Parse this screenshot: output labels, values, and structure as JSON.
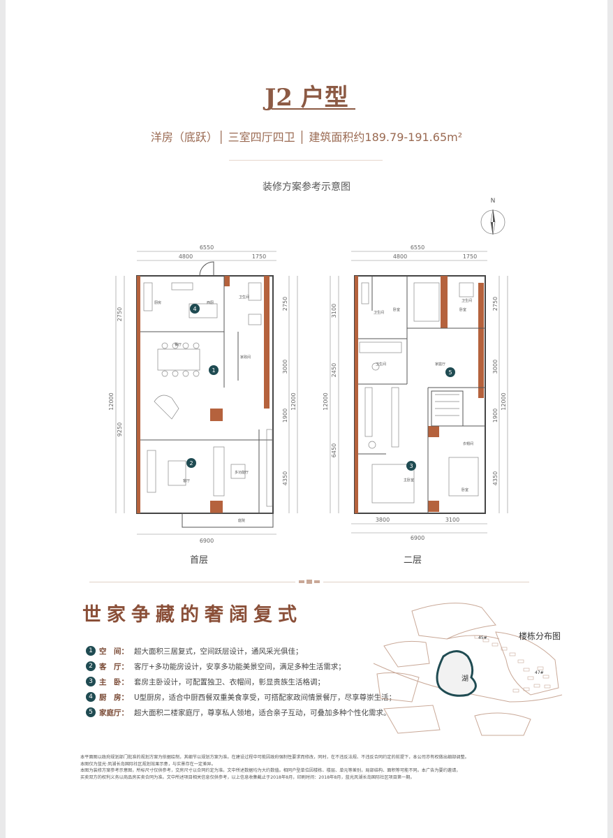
{
  "title": "J2 户型",
  "subtitle": "洋房（底跃）│ 三室四厅四卫 │ 建筑面积约189.79-191.65m²",
  "plan_caption": "装修方案参考示意图",
  "compass_label": "N",
  "floors": [
    {
      "label": "首层",
      "dims_top": [
        "6550",
        "4800",
        "1750"
      ],
      "dims_bottom": [
        "6900"
      ],
      "dims_left": [
        "2750",
        "12000",
        "9250"
      ],
      "dims_right": [
        "2750",
        "3000",
        "1900",
        "4350",
        "12000"
      ],
      "rooms": [
        "厨房",
        "西厨",
        "卫生间",
        "餐厅",
        "家政间",
        "客厅",
        "多功能厅",
        "庭院"
      ],
      "markers": [
        "4",
        "1",
        "2"
      ]
    },
    {
      "label": "二层",
      "dims_top": [
        "6550",
        "4800",
        "1750"
      ],
      "dims_bottom": [
        "3800",
        "3100",
        "6900"
      ],
      "dims_left": [
        "3100",
        "2450",
        "12000",
        "6450"
      ],
      "dims_right": [
        "2750",
        "3000",
        "1900",
        "4350",
        "12000"
      ],
      "rooms": [
        "卧室",
        "卫生间",
        "卧室",
        "卫生间",
        "卫生间",
        "家庭厅",
        "衣帽间",
        "主卧室",
        "卧室"
      ],
      "markers": [
        "5",
        "3"
      ]
    }
  ],
  "slogan": "世家争藏的奢阔复式",
  "features": [
    {
      "num": "1",
      "key": "空　间：",
      "text": "超大面积三居复式，空间跃层设计，通风采光俱佳；"
    },
    {
      "num": "2",
      "key": "客　厅：",
      "text": "客厅+多功能房设计，安享多功能美景空间，满足多种生活需求；"
    },
    {
      "num": "3",
      "key": "主　卧：",
      "text": "套房主卧设计，可配置独卫、衣帽间，彰显贵族生活格调；"
    },
    {
      "num": "4",
      "key": "厨　房：",
      "text": "U型厨房，适合中厨西餐双重美食享受，可搭配家政间情景餐厅，尽享尊崇生活；"
    },
    {
      "num": "5",
      "key": "家庭厅：",
      "text": "超大面积二楼家庭厅，尊享私人领地，适合亲子互动，可叠加多种个性化需求。"
    }
  ],
  "map": {
    "title": "楼栋分布图",
    "lake_label": "湖",
    "building_labels": [
      "45#",
      "47#"
    ]
  },
  "notes": [
    "本平面图以政府规划部门批准的规划方案为依据绘制，其细节以规划方案为准。在建设过程中可能因政府强制性要求而修改，同时，在不违反法规、不违反合同约定的前提下，本公司亦有权做出细部调整。",
    "本图仅为蓝光·凤湖长岛国际社区规划效果示意，与实景存在一定差异。",
    "本图为装修方案参考示意图，所标尺寸仅供参考，交房尺寸以合同约定为准。文中所述数据均为大约数值。相同户型单位因楼栋、楼层、单元等差别，局部结构、面积等可能不同。本广告为要约邀请，",
    "买卖双方的权利义务以商品房买卖合同为准。文中所述项目相关信息仅供参考，以上信息收集截止于2018年8月，印刷时间：2018年8月，蓝光凤湖长岛国际社区项目第一期。"
  ],
  "colors": {
    "accent": "#a8684d",
    "title": "#8c5a44",
    "marker": "#1f4b52",
    "lake": "#1f4b52"
  }
}
